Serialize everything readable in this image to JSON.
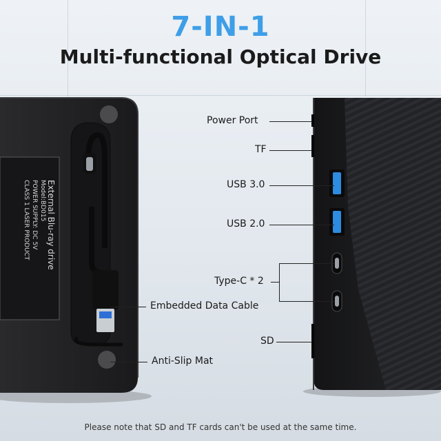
{
  "header": {
    "headline": "7-IN-1",
    "subline": "Multi-functional Optical Drive"
  },
  "drive_label": {
    "title": "External Blu-ray drive",
    "model": "Model:BD015",
    "power": "POWER SUPPLY: DC 5V",
    "laser": "CLASS 1 LASER PRODUCT"
  },
  "callouts": {
    "power_port": "Power Port",
    "tf": "TF",
    "usb3": "USB 3.0",
    "usb2": "USB 2.0",
    "typec": "Type-C * 2",
    "cable": "Embedded Data Cable",
    "sd": "SD",
    "mat": "Anti-Slip Mat"
  },
  "footer": {
    "note": "Please note that SD and TF cards can't be used at the same time."
  },
  "colors": {
    "accent": "#3f9ee8",
    "usb_port": "#2d8be0",
    "drive_body": "#1f1f21"
  }
}
